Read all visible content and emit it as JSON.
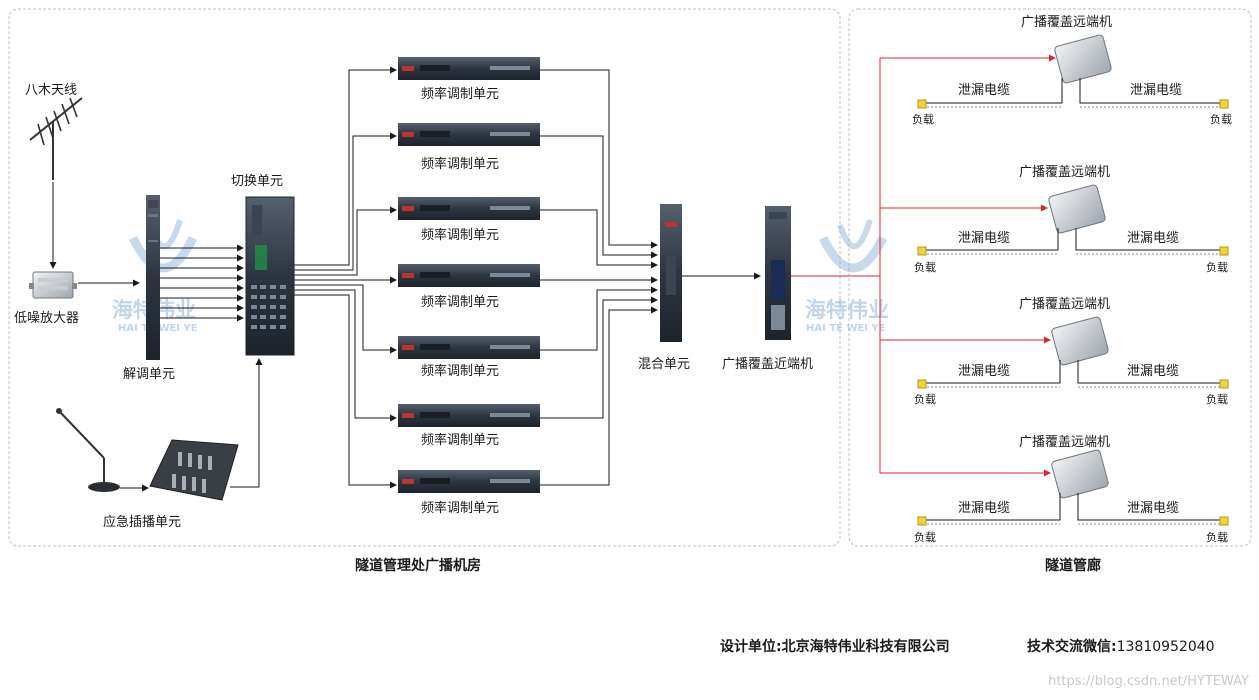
{
  "sections": {
    "room_label": "隧道管理处广播机房",
    "tunnel_label": "隧道管廊"
  },
  "devices": {
    "antenna": "八木天线",
    "lna": "低噪放大器",
    "demod": "解调单元",
    "switch": "切换单元",
    "emergency": "应急插播单元",
    "fm_unit": "频率调制单元",
    "mixer": "混合单元",
    "near_end": "广播覆盖近端机",
    "far_end": "广播覆盖远端机",
    "leaky_cable": "泄漏电缆",
    "load": "负载"
  },
  "watermark": {
    "cn": "海特伟业",
    "en": "HAI TE WEI YE"
  },
  "footer": {
    "design_unit_label": "设计单位:",
    "design_unit_value": "北京海特伟业科技有限公司",
    "wechat_label": "技术交流微信:",
    "wechat_value": "13810952040"
  },
  "url": "https://blog.csdn.net/HYTEWAY",
  "colors": {
    "red_line": "#e0242b",
    "dashed_border": "#bfbfbf",
    "equipment_dark": "#2b3440",
    "load_yellow": "#f2d43a"
  }
}
